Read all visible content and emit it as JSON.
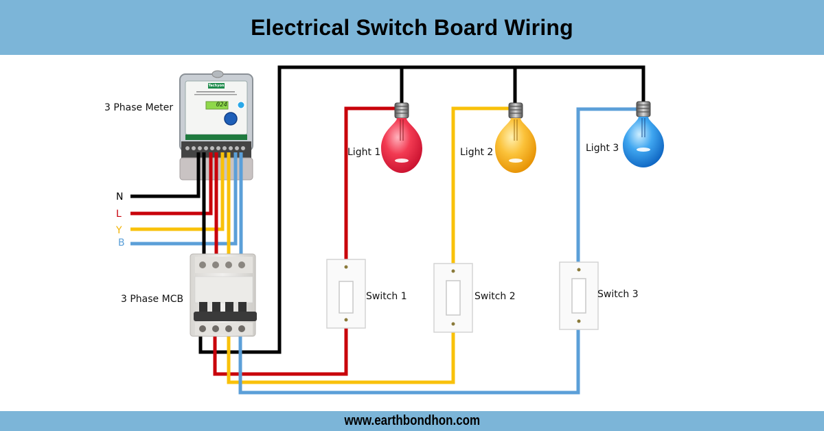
{
  "title": "Electrical Switch Board Wiring",
  "footer": "www.earthbondhon.com",
  "colors": {
    "banner": "#7cb5d8",
    "neutral": "#000000",
    "phase_l": "#c8000a",
    "phase_y": "#f9c10a",
    "phase_b": "#5b9fd8"
  },
  "meter": {
    "label": "3 Phase Meter",
    "display": "024",
    "brand": "Tachyon"
  },
  "mcb": {
    "label": "3 Phase MCB"
  },
  "inputs": [
    {
      "label": "N",
      "color": "#000000"
    },
    {
      "label": "L",
      "color": "#c8000a"
    },
    {
      "label": "Y",
      "color": "#f9c10a"
    },
    {
      "label": "B",
      "color": "#5b9fd8"
    }
  ],
  "lights": [
    {
      "label": "Light 1",
      "color": "#e8283c",
      "icon": "bulb-icon"
    },
    {
      "label": "Light 2",
      "color": "#f8b820",
      "icon": "bulb-icon"
    },
    {
      "label": "Light 3",
      "color": "#2f8fe0",
      "icon": "bulb-icon"
    }
  ],
  "switches": [
    {
      "label": "Switch 1",
      "icon": "wall-switch-icon"
    },
    {
      "label": "Switch 2",
      "icon": "wall-switch-icon"
    },
    {
      "label": "Switch 3",
      "icon": "wall-switch-icon"
    }
  ]
}
